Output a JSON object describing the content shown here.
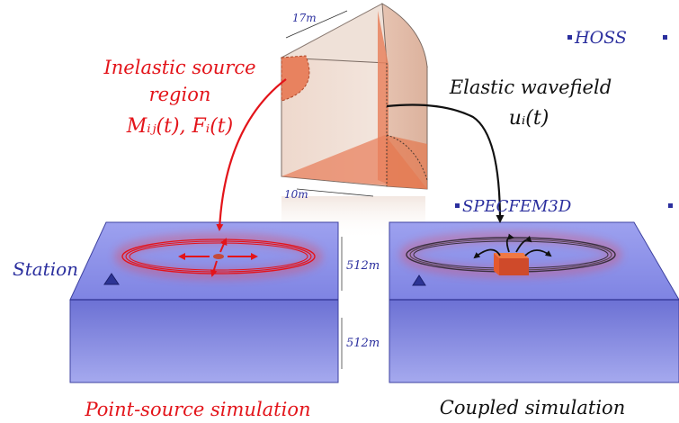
{
  "labels": {
    "dim_17m": "17m",
    "dim_10m": "10m",
    "dim_512m_top": "512m",
    "dim_512m_bottom": "512m",
    "hoss": "HOSS",
    "specfem": "SPECFEM3D",
    "inelastic_line1": "Inelastic source",
    "inelastic_line2": "region",
    "inelastic_line3": "Mᵢⱼ(t), Fᵢ(t)",
    "elastic_line1": "Elastic wavefield",
    "elastic_line2": "uᵢ(t)",
    "station": "Station",
    "left_caption": "Point-source simulation",
    "right_caption": "Coupled simulation"
  },
  "colors": {
    "red": "#e3141a",
    "blue_text": "#2b2f9e",
    "box_top": "#7d82e6",
    "box_front": "#6e73d6",
    "source_beige": "#e8cdbf",
    "source_orange": "#e8825f",
    "black": "#111111"
  }
}
